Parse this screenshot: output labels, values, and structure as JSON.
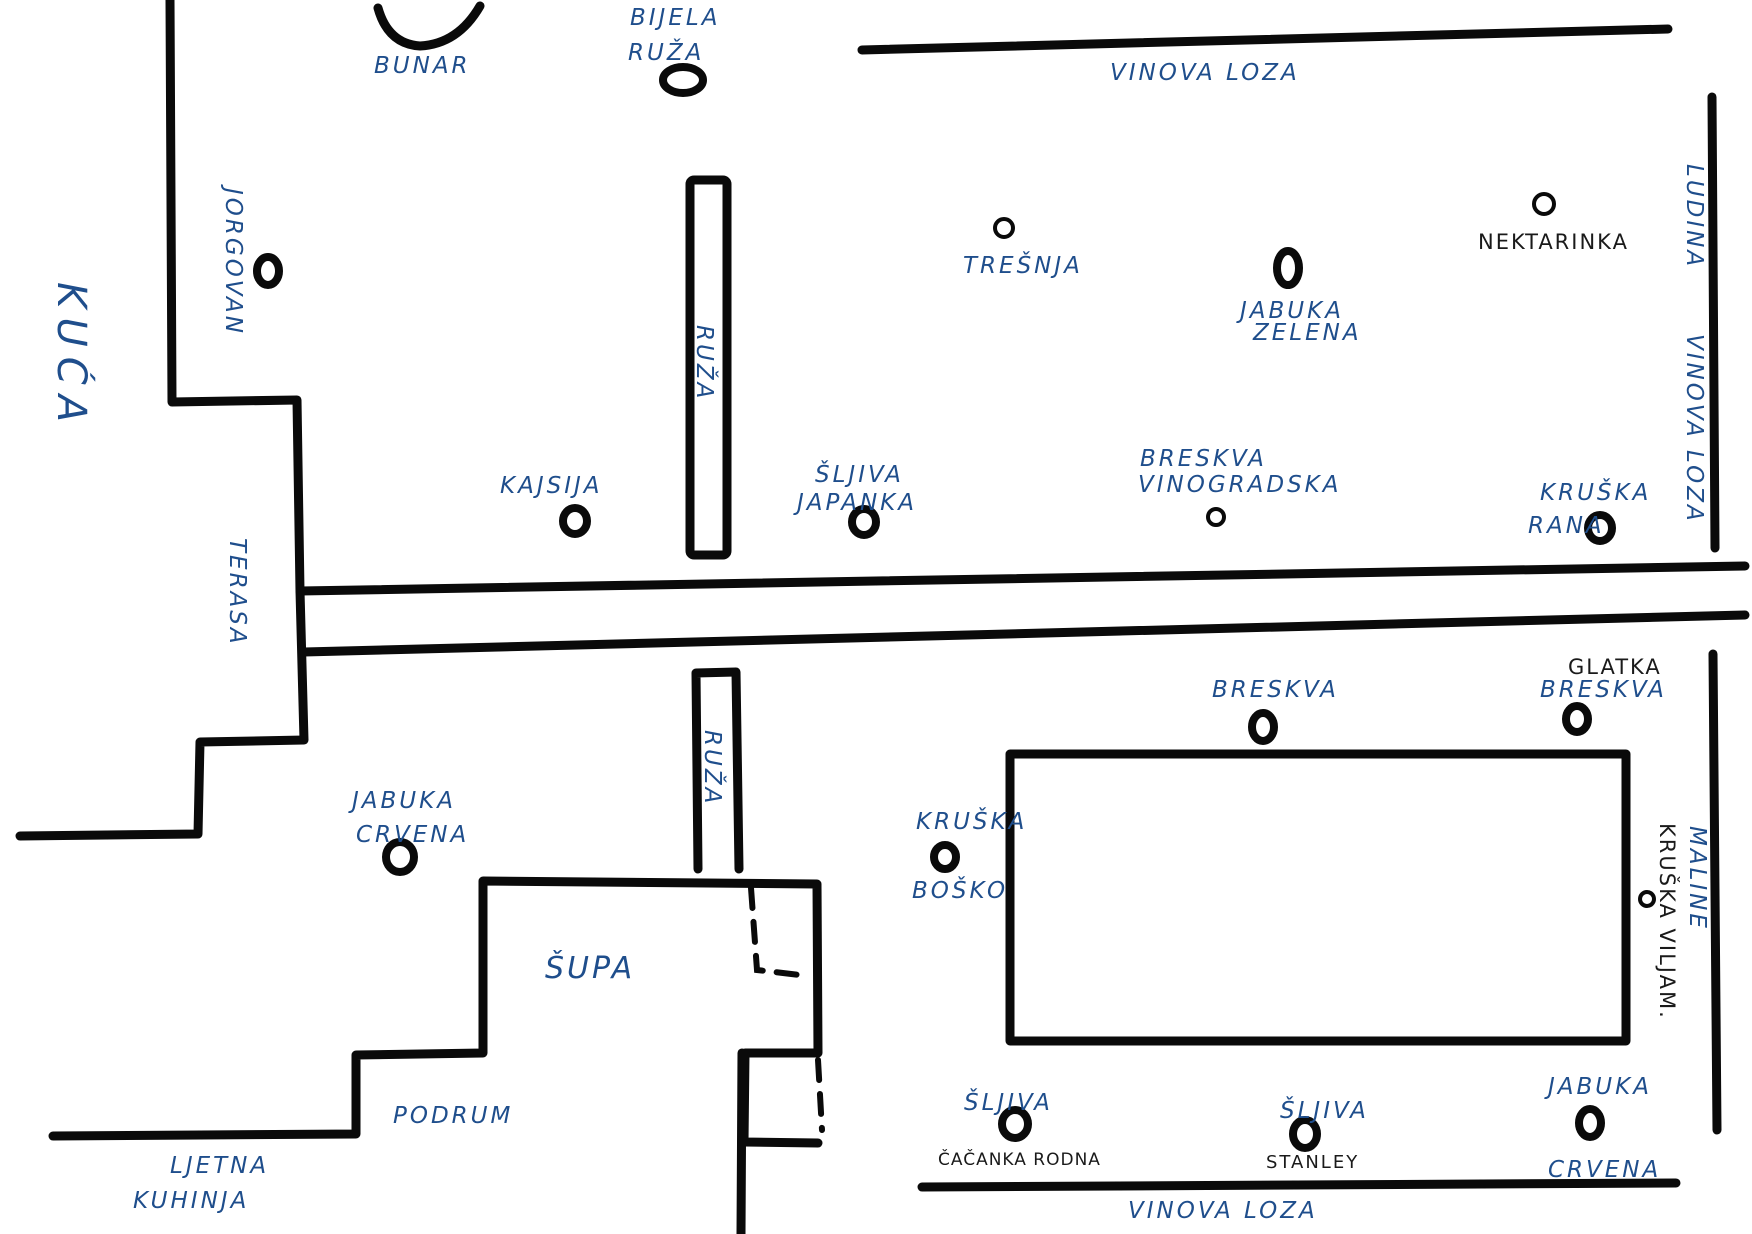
{
  "map": {
    "labels": {
      "kuca": "KUĆA",
      "terasa": "TERASA",
      "bunar": "BUNAR",
      "bijela": "BIJELA",
      "ruza_top": "RUŽA",
      "jorgovan": "JORGOVAN",
      "ruza_bed_north": "RUŽA",
      "kajsija": "KAJSIJA",
      "sljiva_japanka_1": "ŠLJIVA",
      "sljiva_japanka_2": "JAPANKA",
      "tresnja": "TREŠNJA",
      "jabuka_zelena_1": "JABUKA",
      "jabuka_zelena_2": "ZELENA",
      "nektarinka": "NEKTARINKA",
      "breskva_vino_1": "BRESKVA",
      "breskva_vino_2": "VINOGRADSKA",
      "kruska_rana_1": "KRUŠKA",
      "kruska_rana_2": "RANA",
      "vinova_loza_top": "VINOVA LOZA",
      "ludina": "LUDINA",
      "vinova_loza_right": "VINOVA LOZA",
      "breskva": "BRESKVA",
      "glatka": "GLATKA",
      "glatka_breskva": "BRESKVA",
      "ruza_bed_south": "RUŽA",
      "jabuka_crvena_1": "JABUKA",
      "jabuka_crvena_2": "CRVENA",
      "kruska_bosko_1": "KRUŠKA",
      "kruska_bosko_2": "BOŠKO",
      "kruska_viljam": "KRUŠKA VILJAM.",
      "maline": "MALINE",
      "supa": "ŠUPA",
      "podrum": "PODRUM",
      "ljetna": "LJETNA",
      "kuhinja": "KUHINJA",
      "sljiva_cacanka_1": "ŠLJIVA",
      "sljiva_cacanka_2": "ČAČANKA RODNA",
      "sljiva_stanley_1": "ŠLJIVA",
      "sljiva_stanley_2": "STANLEY",
      "jabuka_crvena_se_1": "JABUKA",
      "jabuka_crvena_se_2": "CRVENA",
      "vinova_loza_bottom": "VINOVA LOZA"
    },
    "colors": {
      "ink": "#0a0a0a",
      "pen": "#1f4e8c",
      "paper": "#ffffff"
    }
  }
}
